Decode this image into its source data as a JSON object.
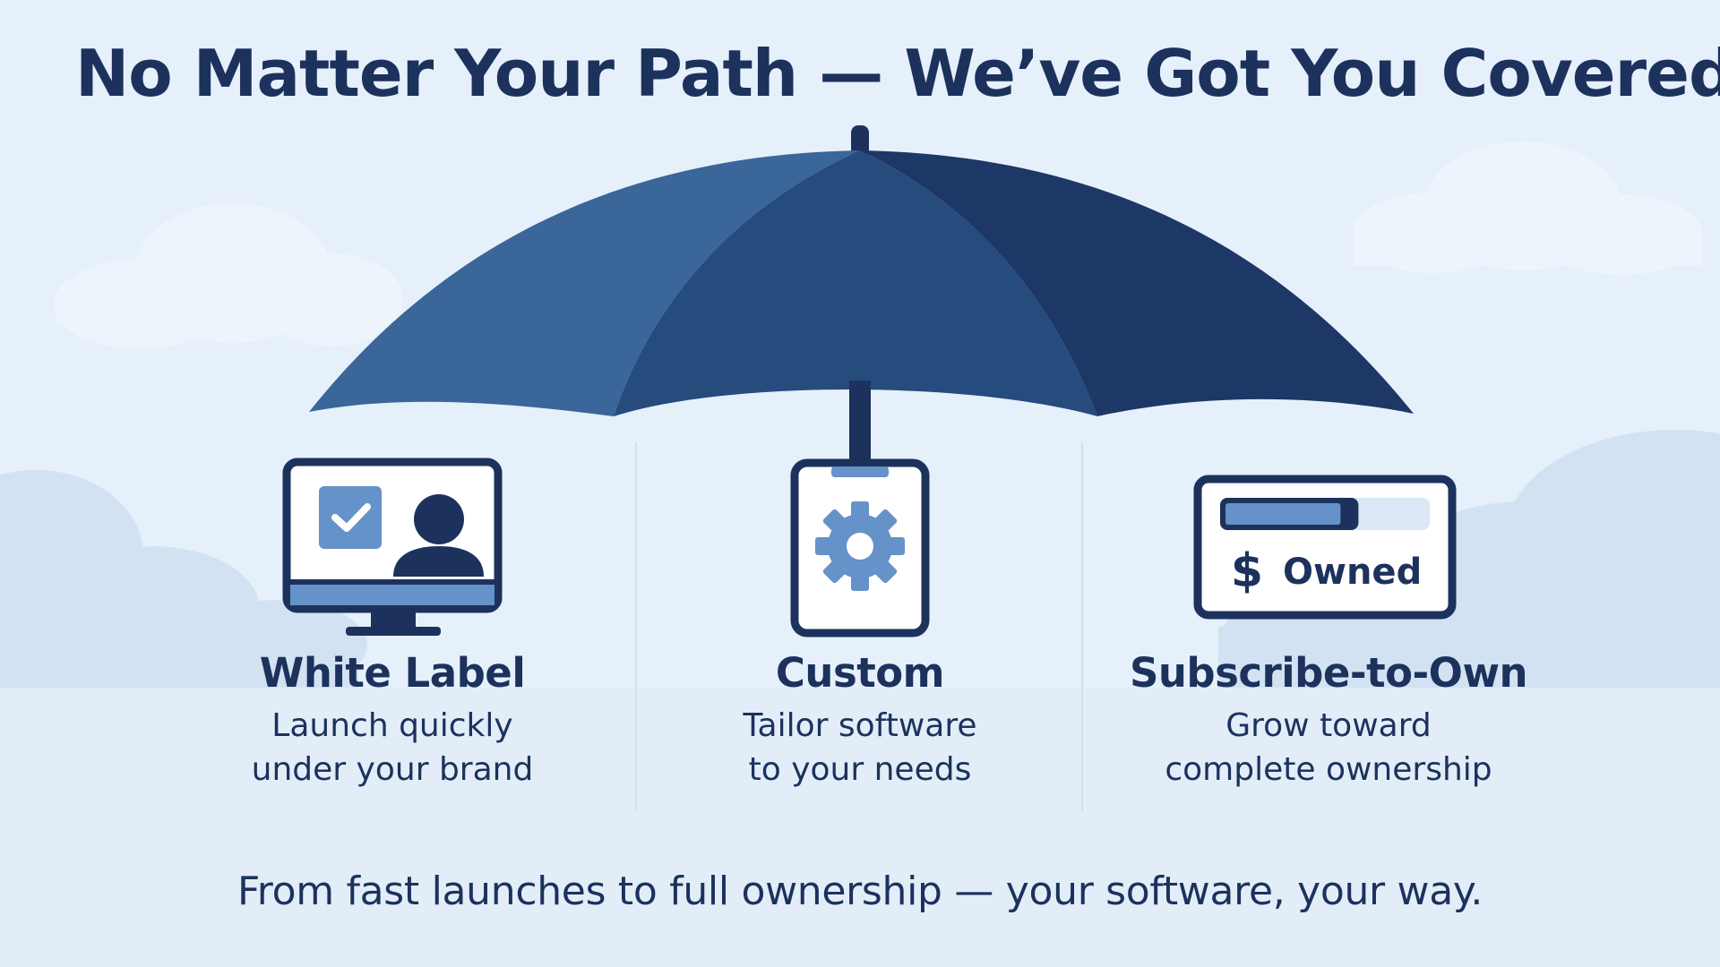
{
  "title": "No Matter Your Path — We’ve Got You Covered",
  "colors": {
    "background": "#e6f0fa",
    "navy": "#1c325d",
    "umbrella_left": "#3a6699",
    "umbrella_mid": "#264b7d",
    "umbrella_right": "#1d3766",
    "accent_light": "#6592c8"
  },
  "options": [
    {
      "icon": "monitor-checkbox-person-icon",
      "title": "White Label",
      "description_lines": [
        "Launch quickly",
        "under your brand"
      ]
    },
    {
      "icon": "phone-gear-icon",
      "title": "Custom",
      "description_lines": [
        "Tailor software",
        "to your needs"
      ]
    },
    {
      "icon": "ownership-card-icon",
      "title": "Subscribe-to-Own",
      "description_lines": [
        "Grow toward",
        "complete ownership"
      ],
      "card_label": "Owned",
      "card_symbol": "$",
      "progress_fraction": 0.66
    }
  ],
  "tagline": "From fast launches to full ownership — your software, your way."
}
